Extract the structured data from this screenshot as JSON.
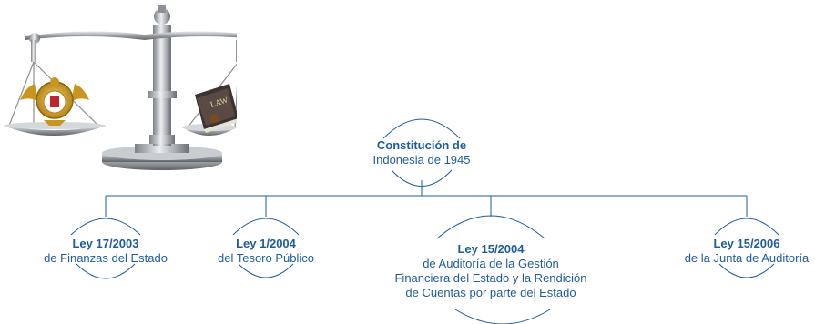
{
  "illustration": {
    "left_pan_emblem": "garuda-pancasila-emblem",
    "right_pan_book_label": "LAW"
  },
  "root": {
    "title": "Constitución de",
    "lines": [
      "Indonesia de 1945"
    ]
  },
  "children": [
    {
      "title": "Ley 17/2003",
      "lines": [
        "de Finanzas del Estado"
      ]
    },
    {
      "title": "Ley 1/2004",
      "lines": [
        "del Tesoro Público"
      ]
    },
    {
      "title": "Ley 15/2004",
      "lines": [
        "de Auditoría de la Gestión",
        "Financiera del Estado y la Rendición",
        "de Cuentas por parte del Estado"
      ]
    },
    {
      "title": "Ley 15/2006",
      "lines": [
        "de la Junta de Auditoría"
      ]
    }
  ],
  "colors": {
    "line": "#1f5c9e",
    "text": "#1f5c9e",
    "metal": "#b0b4b8"
  }
}
